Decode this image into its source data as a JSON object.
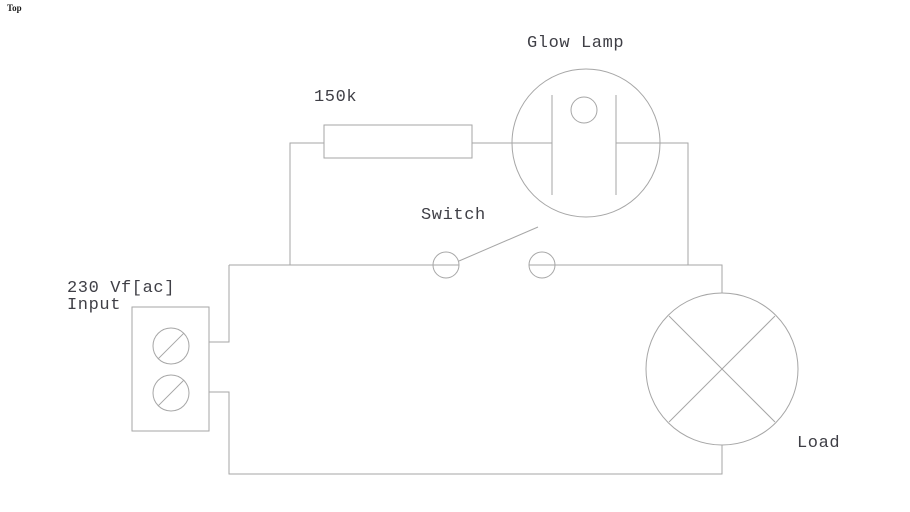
{
  "canvas": {
    "view_label": "Top",
    "background": "#ffffff",
    "line_color": "#a6a6a6",
    "text_color": "#3f3f46",
    "view_label_color": "#1c1c1c"
  },
  "components": {
    "glow_lamp": {
      "label": "Glow Lamp"
    },
    "resistor": {
      "label": "150k"
    },
    "switch": {
      "label": "Switch",
      "state": "open"
    },
    "input_terminal": {
      "label_line1": "230 Vf[ac]",
      "label_line2": "Input"
    },
    "load": {
      "label": "Load"
    }
  }
}
